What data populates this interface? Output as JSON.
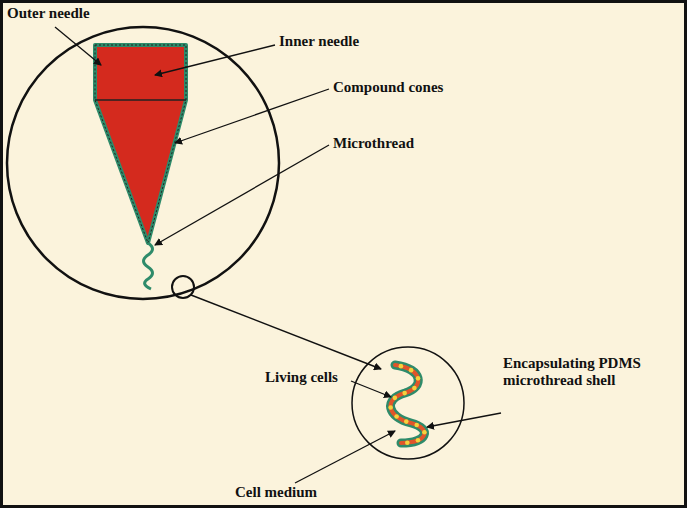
{
  "diagram": {
    "labels": [
      "Outer needle",
      "Inner needle",
      "Compound cones",
      "Microthread",
      "Encapsulating PDMS microthread shell",
      "Living cells",
      "Cell medium"
    ]
  }
}
